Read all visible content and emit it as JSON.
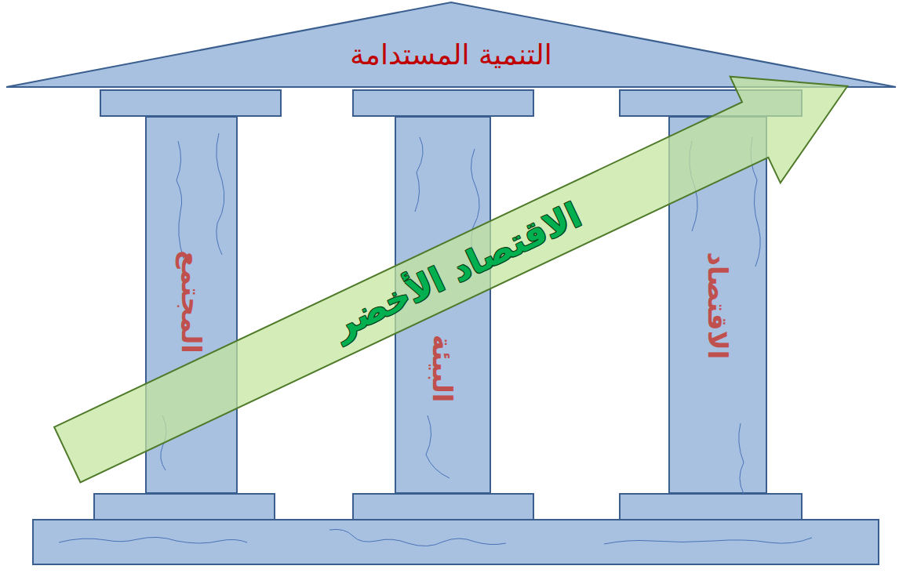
{
  "diagram": {
    "nodes": [
      {
        "text": [
          "التنمية المستدامة"
        ]
      },
      {
        "text": [
          "المجتمع"
        ]
      },
      {
        "text": [
          "البيئة"
        ]
      },
      {
        "text": [
          "الاقتصاد"
        ]
      },
      {
        "text": [
          "الاقتصاد الأخضر"
        ]
      }
    ]
  }
}
